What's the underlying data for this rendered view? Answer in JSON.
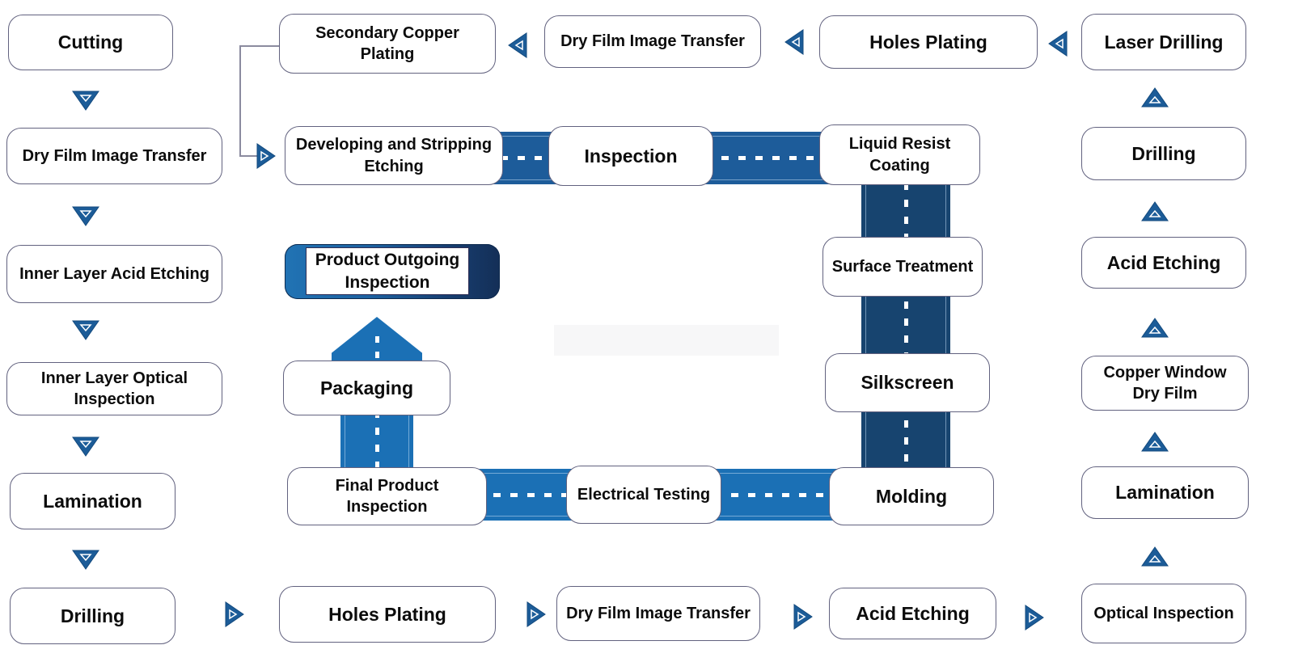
{
  "diagram": {
    "subject": "PCB manufacturing process flow diagram"
  },
  "colors": {
    "box_background": "#ffffff",
    "box_border": "#62627f",
    "text": "#0c0c0c",
    "arrow_fill": "#1c5c98",
    "road_medium_blue": "#1d5c9a",
    "road_dark_navy": "#17446f",
    "road_bright_blue": "#1b70b5",
    "highlight_pill_left": "#2173b4",
    "highlight_pill_right": "#142f57",
    "connector_wire": "#8b8b9f"
  },
  "nodes": {
    "cutting": "Cutting",
    "dfit_left": "Dry Film Image Transfer",
    "inner_layer_acid_etching": "Inner Layer Acid Etching",
    "inner_layer_optical_inspection": "Inner Layer Optical Inspection",
    "lamination_left": "Lamination",
    "drilling_left": "Drilling",
    "holes_plating_bottom": "Holes Plating",
    "dfit_bottom": "Dry Film Image Transfer",
    "acid_etching_bottom": "Acid Etching",
    "optical_inspection": "Optical Inspection",
    "lamination_right": "Lamination",
    "copper_window_dry_film": "Copper Window Dry Film",
    "acid_etching_right": "Acid Etching",
    "drilling_right": "Drilling",
    "laser_drilling": "Laser Drilling",
    "holes_plating_top": "Holes Plating",
    "dfit_top": "Dry Film Image Transfer",
    "secondary_copper_plating": "Secondary Copper Plating",
    "developing_stripping_etching": "Developing and Stripping Etching",
    "inspection": "Inspection",
    "liquid_resist_coating": "Liquid Resist Coating",
    "surface_treatment": "Surface Treatment",
    "silkscreen": "Silkscreen",
    "molding": "Molding",
    "electrical_testing": "Electrical Testing",
    "final_product_inspection": "Final Product Inspection",
    "packaging": "Packaging",
    "product_outgoing_inspection": "Product Outgoing Inspection"
  },
  "edges": [
    [
      "cutting",
      "dfit_left"
    ],
    [
      "dfit_left",
      "inner_layer_acid_etching"
    ],
    [
      "inner_layer_acid_etching",
      "inner_layer_optical_inspection"
    ],
    [
      "inner_layer_optical_inspection",
      "lamination_left"
    ],
    [
      "lamination_left",
      "drilling_left"
    ],
    [
      "drilling_left",
      "holes_plating_bottom"
    ],
    [
      "holes_plating_bottom",
      "dfit_bottom"
    ],
    [
      "dfit_bottom",
      "acid_etching_bottom"
    ],
    [
      "acid_etching_bottom",
      "optical_inspection"
    ],
    [
      "optical_inspection",
      "lamination_right"
    ],
    [
      "lamination_right",
      "copper_window_dry_film"
    ],
    [
      "copper_window_dry_film",
      "acid_etching_right"
    ],
    [
      "acid_etching_right",
      "drilling_right"
    ],
    [
      "drilling_right",
      "laser_drilling"
    ],
    [
      "laser_drilling",
      "holes_plating_top"
    ],
    [
      "holes_plating_top",
      "dfit_top"
    ],
    [
      "dfit_top",
      "secondary_copper_plating"
    ],
    [
      "secondary_copper_plating",
      "developing_stripping_etching"
    ],
    [
      "developing_stripping_etching",
      "inspection"
    ],
    [
      "inspection",
      "liquid_resist_coating"
    ],
    [
      "liquid_resist_coating",
      "surface_treatment"
    ],
    [
      "surface_treatment",
      "silkscreen"
    ],
    [
      "silkscreen",
      "molding"
    ],
    [
      "molding",
      "electrical_testing"
    ],
    [
      "electrical_testing",
      "final_product_inspection"
    ],
    [
      "final_product_inspection",
      "packaging"
    ],
    [
      "packaging",
      "product_outgoing_inspection"
    ]
  ]
}
